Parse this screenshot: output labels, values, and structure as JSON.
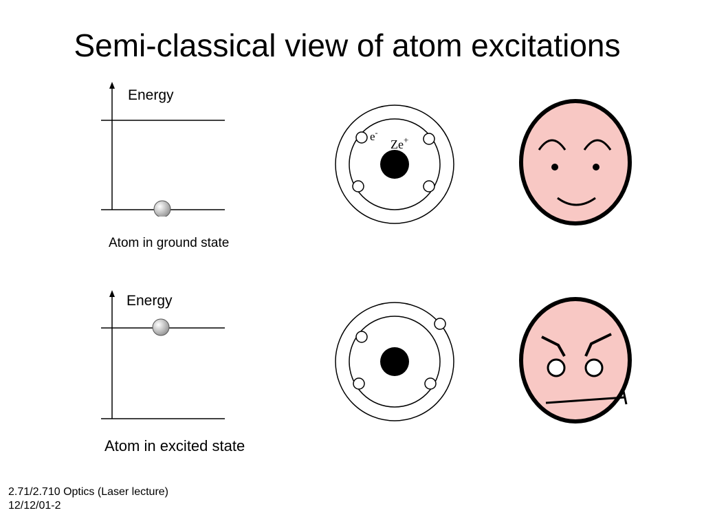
{
  "slide": {
    "title": "Semi-classical view of atom excitations"
  },
  "ground": {
    "energy_label": "Energy",
    "caption": "Atom in ground state",
    "electron_label": "e",
    "electron_charge": "-",
    "nucleus_label": "Ze",
    "nucleus_charge": "+",
    "mood": "happy"
  },
  "excited": {
    "energy_label": "Energy",
    "caption": "Atom in excited state",
    "mood": "angry"
  },
  "footer": {
    "course": "2.71/2.710 Optics (Laser lecture)",
    "date_code": "12/12/01-2"
  },
  "colors": {
    "face_fill": "#f8c8c4",
    "ink": "#000000",
    "electron_gradient_light": "#ffffff",
    "electron_gradient_dark": "#9a9a9a"
  }
}
